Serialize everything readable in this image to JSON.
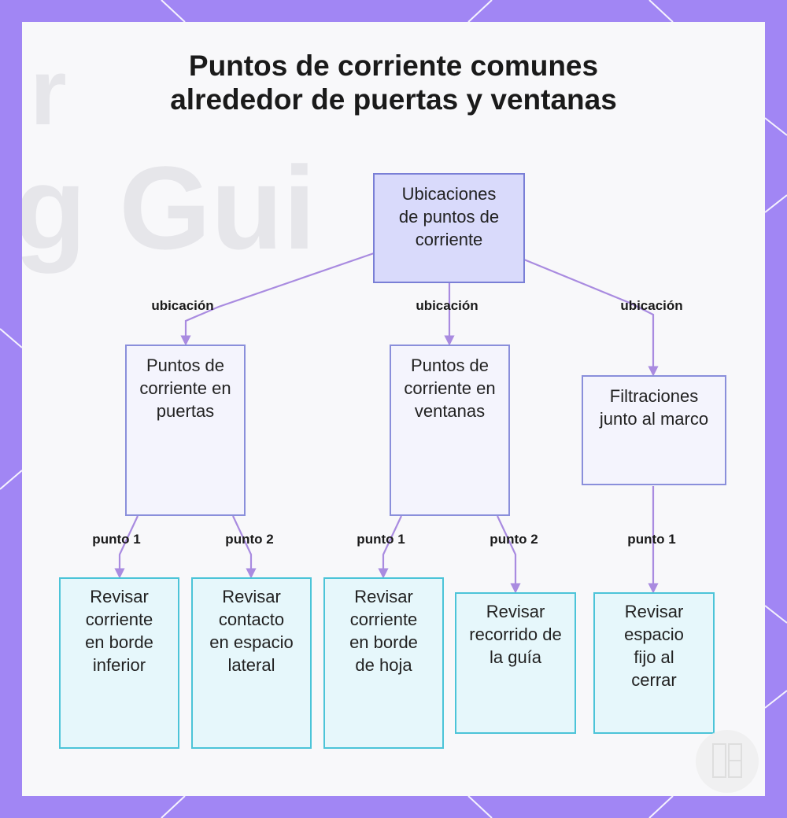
{
  "title": {
    "line1": "Puntos de corriente comunes",
    "line2": "alrededor de puertas y ventanas"
  },
  "root": {
    "label": "Ubicaciones de puntos de corriente"
  },
  "branches": [
    {
      "edge_label": "ubicación",
      "label": "Puntos de corriente en puertas",
      "children": [
        {
          "edge_label": "punto 1",
          "label": "Revisar corriente en borde inferior"
        },
        {
          "edge_label": "punto 2",
          "label": "Revisar contacto en espacio lateral"
        }
      ]
    },
    {
      "edge_label": "ubicación",
      "label": "Puntos de corriente en ventanas",
      "children": [
        {
          "edge_label": "punto 1",
          "label": "Revisar corriente en borde de hoja"
        },
        {
          "edge_label": "punto 2",
          "label": "Revisar recorrido de la guía"
        }
      ]
    },
    {
      "edge_label": "ubicación",
      "label": "Filtraciones junto al marco",
      "children": [
        {
          "edge_label": "punto 1",
          "label": "Revisar espacio fijo al cerrar"
        }
      ]
    }
  ],
  "colors": {
    "frame": "#a186f4",
    "edge": "#a98be0",
    "root_fill": "#d9dafb",
    "mid_fill": "#f4f4fd",
    "leaf_fill": "#e6f7fb",
    "leaf_border": "#4cc4d8"
  },
  "icons": [
    "door-window-logo-icon"
  ]
}
